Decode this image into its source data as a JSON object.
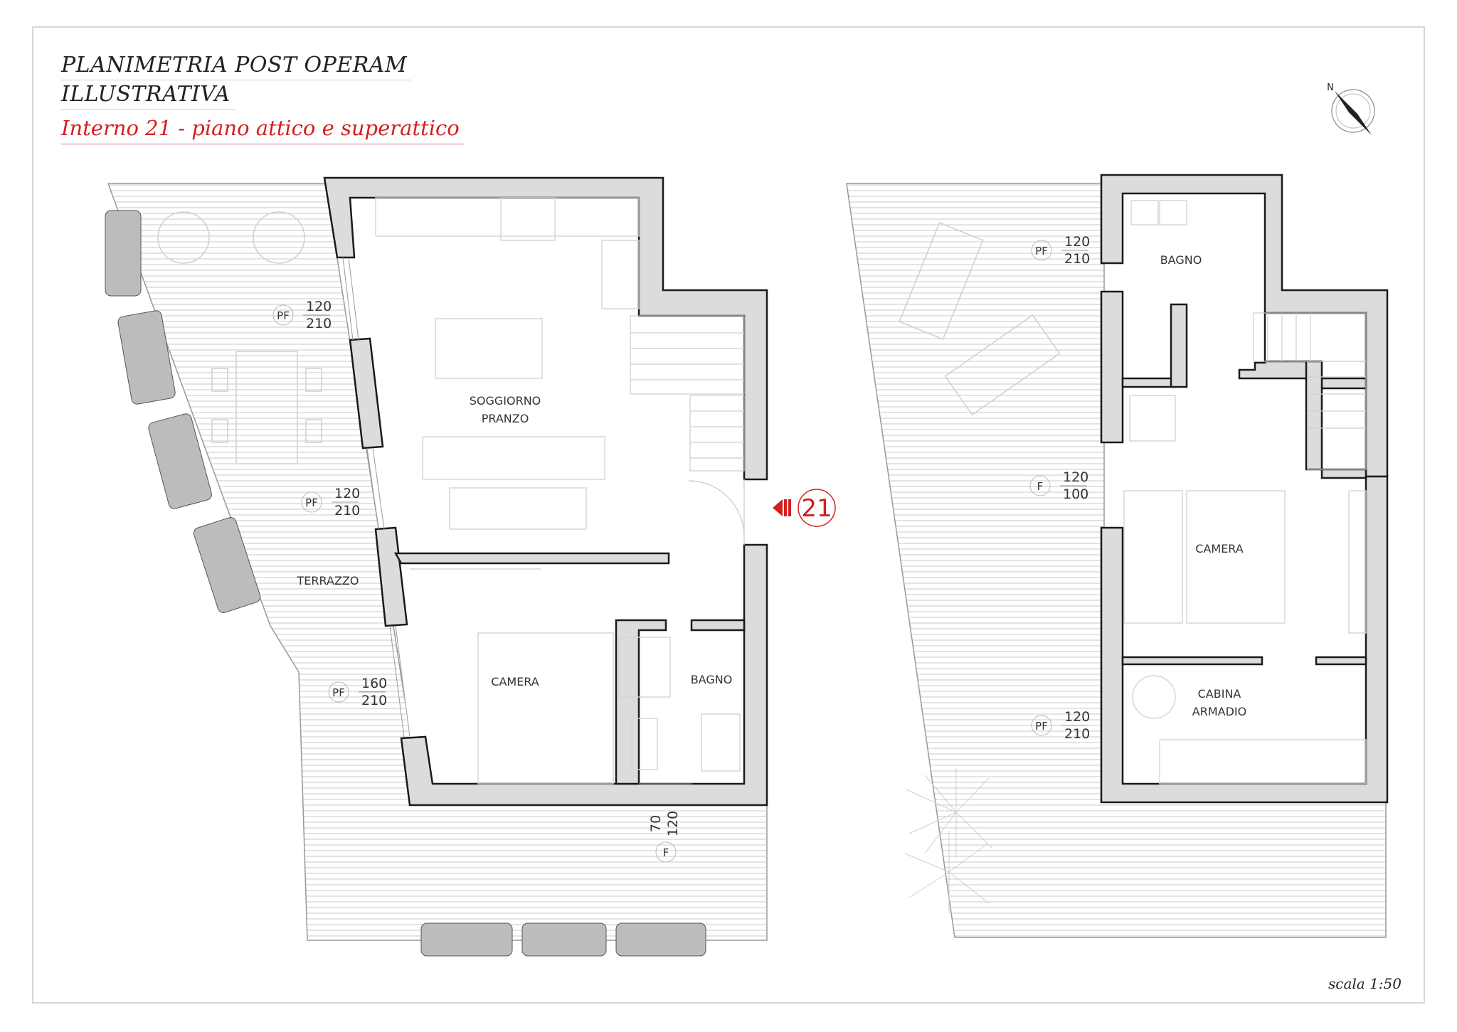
{
  "title": {
    "line1": "PLANIMETRIA POST OPERAM",
    "line2": "ILLUSTRATIVA",
    "subtitle": "Interno 21 - piano attico e superattico",
    "subtitle_color": "#d21f1f"
  },
  "scale": "scala 1:50",
  "north": "N",
  "unit_marker": {
    "number": "21",
    "color": "#d21f1f"
  },
  "rooms": {
    "soggiorno_line1": "SOGGIORNO",
    "soggiorno_line2": "PRANZO",
    "terrazzo": "TERRAZZO",
    "camera_lower": "CAMERA",
    "bagno_lower": "BAGNO",
    "bagno_upper": "BAGNO",
    "camera_upper": "CAMERA",
    "cabina_line1": "CABINA",
    "cabina_line2": "ARMADIO"
  },
  "openings": [
    {
      "type": "PF",
      "width": "120",
      "height": "210"
    },
    {
      "type": "PF",
      "width": "120",
      "height": "210"
    },
    {
      "type": "PF",
      "width": "160",
      "height": "210"
    },
    {
      "type": "F",
      "width": "70",
      "height": "120"
    },
    {
      "type": "PF",
      "width": "120",
      "height": "210"
    },
    {
      "type": "F",
      "width": "120",
      "height": "100"
    },
    {
      "type": "PF",
      "width": "120",
      "height": "210"
    }
  ],
  "colors": {
    "wall": "#dcdcdc",
    "wall_stroke": "#1a1a1a",
    "hatch": "#c4c4c4",
    "furniture": "#cdcdcd",
    "accent": "#d21f1f"
  }
}
